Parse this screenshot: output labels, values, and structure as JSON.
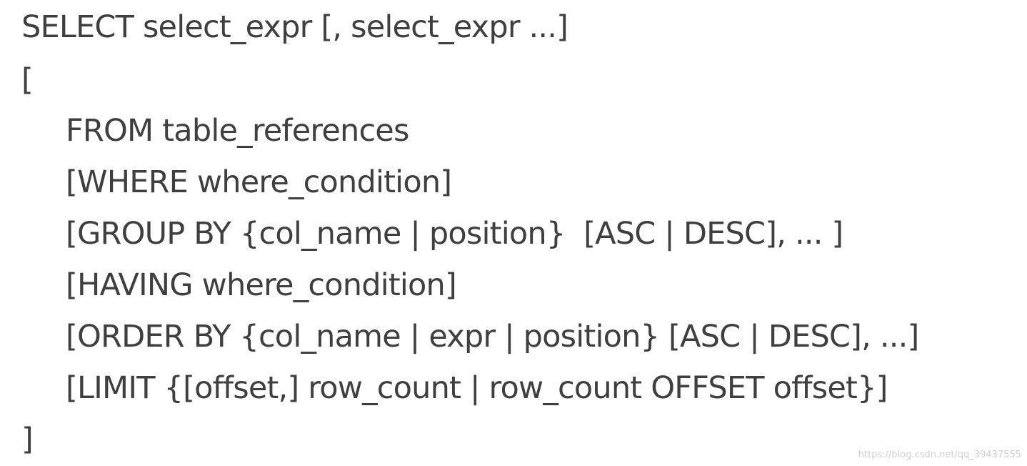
{
  "syntax": {
    "lines": [
      "SELECT select_expr [, select_expr ...]",
      "[",
      "FROM table_references",
      "[WHERE where_condition]",
      "[GROUP BY {col_name | position}  [ASC | DESC], ... ]",
      "[HAVING where_condition]",
      "[ORDER BY {col_name | expr | position} [ASC | DESC], ...]",
      "[LIMIT {[offset,] row_count | row_count OFFSET offset}]",
      "]"
    ]
  },
  "watermark": "https://blog.csdn.net/qq_39437555"
}
